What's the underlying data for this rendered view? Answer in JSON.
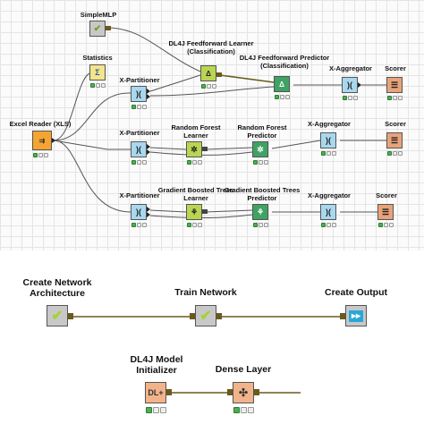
{
  "workflow": {
    "nodes": {
      "simplemlp": {
        "label": "SimpleMLP"
      },
      "statistics": {
        "label": "Statistics"
      },
      "excel_reader": {
        "label": "Excel Reader (XLS)"
      },
      "x_partitioner_1": {
        "label": "X-Partitioner"
      },
      "dl4j_learner": {
        "label": "DL4J Feedforward Learner (Classification)"
      },
      "dl4j_predictor": {
        "label": "DL4J Feedforward Predictor (Classification)"
      },
      "x_aggregator_1": {
        "label": "X-Aggregator"
      },
      "scorer_1": {
        "label": "Scorer"
      },
      "x_partitioner_2": {
        "label": "X-Partitioner"
      },
      "rf_learner": {
        "label": "Random Forest Learner"
      },
      "rf_predictor": {
        "label": "Random Forest Predictor"
      },
      "x_aggregator_2": {
        "label": "X-Aggregator"
      },
      "scorer_2": {
        "label": "Scorer"
      },
      "x_partitioner_3": {
        "label": "X-Partitioner"
      },
      "gbt_learner": {
        "label": "Gradient Boosted Trees Learner"
      },
      "gbt_predictor": {
        "label": "Gradient Boosted Trees Predictor"
      },
      "x_aggregator_3": {
        "label": "X-Aggregator"
      },
      "scorer_3": {
        "label": "Scorer"
      }
    }
  },
  "pipeline": {
    "create_network": {
      "label": "Create Network Architecture"
    },
    "train_network": {
      "label": "Train Network"
    },
    "create_output": {
      "label": "Create Output"
    }
  },
  "layers": {
    "dl4j_initializer": {
      "label": "DL4J Model Initializer"
    },
    "dense_layer": {
      "label": "Dense Layer"
    }
  },
  "colors": {
    "grid_bg": "#fbfbfb",
    "source_node": "#f5a431",
    "manipulator_node": "#f4e58a",
    "loop_node": "#a9d8ee",
    "learner_node": "#b9d552",
    "predictor_node": "#3ea364",
    "scorer_node": "#e8a37a",
    "meta_node": "#c8c8c8",
    "dl4j_node": "#f2b38a",
    "status_green": "#4caf50",
    "check_green": "#a6d23a",
    "output_node": "#29a8d8",
    "network_port": "#6b5a1e"
  }
}
